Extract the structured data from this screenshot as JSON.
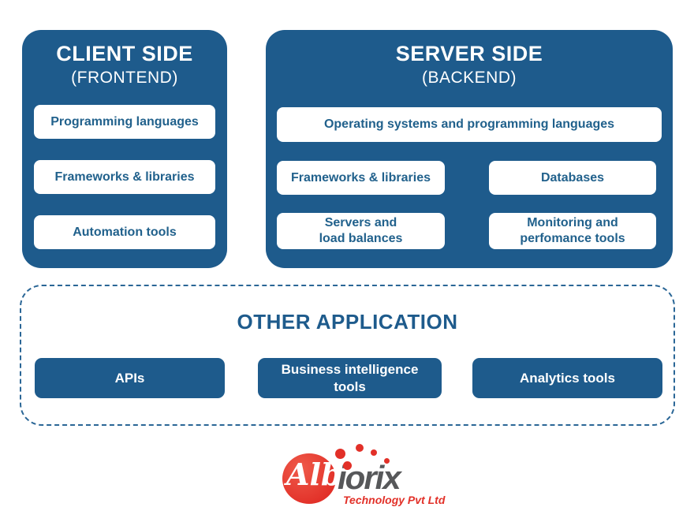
{
  "colors": {
    "panel_blue": "#1e5b8c",
    "box_text_blue": "#21618c",
    "dashed_border_blue": "#2a6696",
    "logo_red": "#e23028",
    "logo_gray": "#57585a"
  },
  "client_panel": {
    "title": "CLIENT SIDE",
    "subtitle": "(FRONTEND)",
    "items": [
      "Programming languages",
      "Frameworks & libraries",
      "Automation tools"
    ]
  },
  "server_panel": {
    "title": "SERVER SIDE",
    "subtitle": "(BACKEND)",
    "wide_item": "Operating systems and programming languages",
    "grid_items": [
      "Frameworks & libraries",
      "Databases",
      "Servers and\nload balances",
      "Monitoring and\nperfomance tools"
    ]
  },
  "other_application": {
    "title": "OTHER APPLICATION",
    "buttons": [
      "APIs",
      "Business intelligence\ntools",
      "Analytics tools"
    ]
  },
  "logo": {
    "circle_text": "Alb",
    "name_text": "iorix",
    "tagline": "Technology Pvt Ltd"
  }
}
